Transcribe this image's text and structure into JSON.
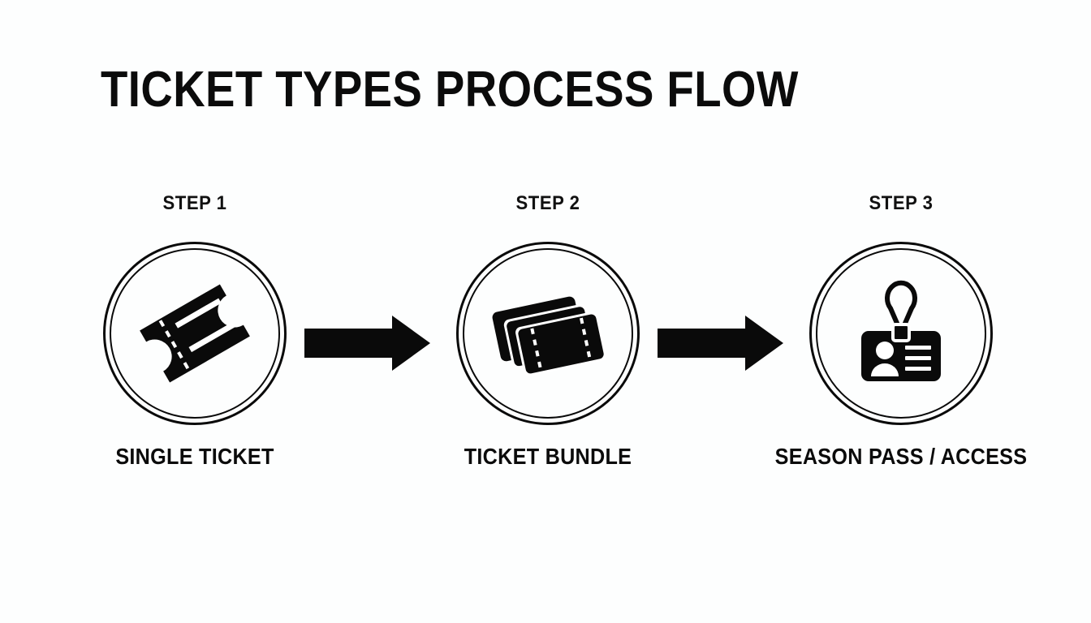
{
  "page": {
    "title": "TICKET TYPES PROCESS FLOW",
    "background_color": "#fdfefe",
    "ink_color": "#0a0a0a"
  },
  "flow": {
    "steps": [
      {
        "step_label": "STEP 1",
        "caption": "SINGLE TICKET",
        "icon": "single-ticket-icon"
      },
      {
        "step_label": "STEP 2",
        "caption": "TICKET BUNDLE",
        "icon": "ticket-bundle-icon"
      },
      {
        "step_label": "STEP 3",
        "caption": "SEASON PASS / ACCESS",
        "icon": "id-badge-pass-icon"
      }
    ],
    "connectors": [
      {
        "name": "arrow-right-icon"
      },
      {
        "name": "arrow-right-icon"
      }
    ]
  }
}
